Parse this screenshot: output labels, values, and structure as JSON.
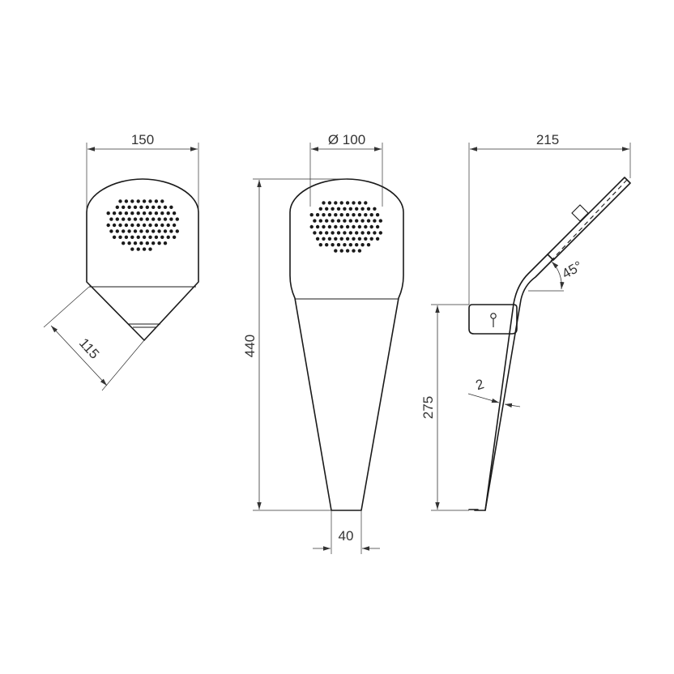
{
  "dimensions": {
    "front_width": "150",
    "front_cone_edge": "115",
    "side_diameter": "Ø 100",
    "side_height": "440",
    "side_bottom_width": "40",
    "profile_width": "215",
    "profile_height": "275",
    "profile_thickness": "2",
    "profile_angle": "45°"
  },
  "colors": {
    "line": "#1a1a1a",
    "dimension": "#333333",
    "background": "#ffffff"
  }
}
